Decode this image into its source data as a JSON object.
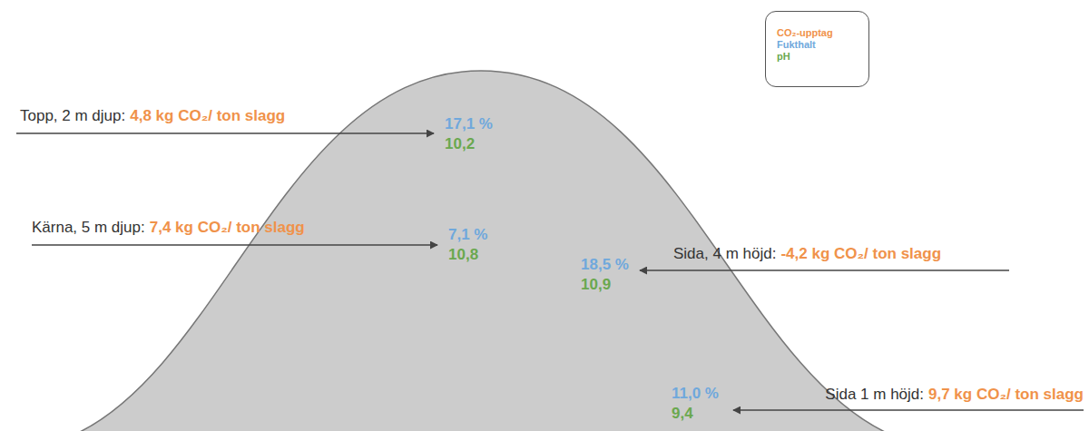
{
  "diagram": {
    "labels": [
      "Topp, 2 m djup:",
      "4,8 kg CO₂/ ton slagg",
      "17,1 %",
      "10,2",
      "Kärna, 5 m djup:",
      "7,4 kg CO₂/ ton slagg",
      "7,1 %",
      "10,8",
      "Sida, 4 m höjd:",
      "-4,2 kg CO₂/ ton slagg",
      "18,5 %",
      "10,9",
      "Sida 1 m höjd:",
      "9,7 kg CO₂/ ton slagg",
      "11,0 %",
      "9,4"
    ],
    "legend": [
      {
        "text": "CO₂-upptag",
        "color": "#f0924a"
      },
      {
        "text": "Fukthalt",
        "color": "#6fa8dc"
      },
      {
        "text": "pH",
        "color": "#6aa84f"
      }
    ]
  }
}
